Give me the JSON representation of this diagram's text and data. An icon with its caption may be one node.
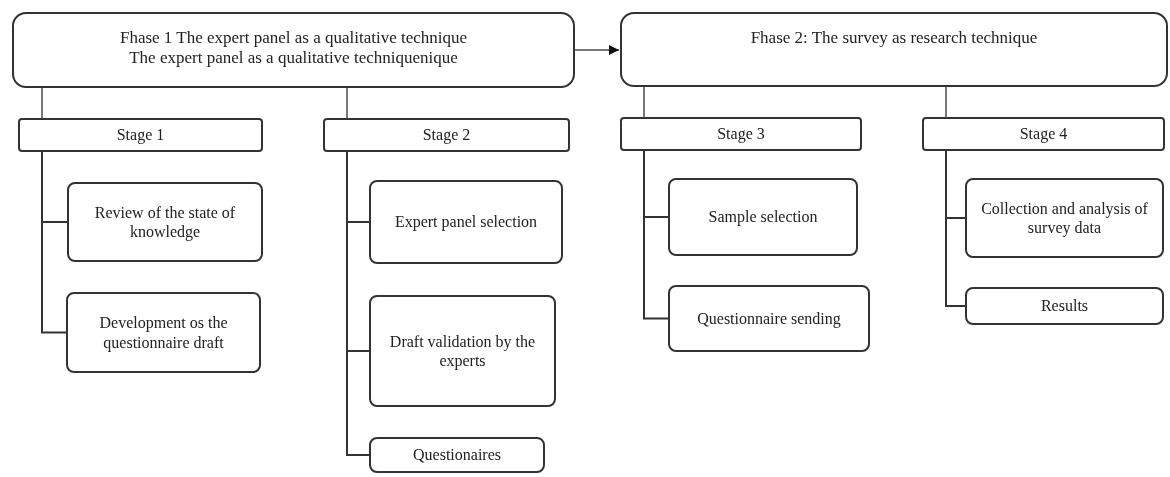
{
  "diagram": {
    "nodes": [
      {
        "text": [
          "Fhase 1 The expert panel as a qualitative technique",
          "The expert panel as a qualitative techniquenique"
        ]
      },
      {
        "text": [
          "Fhase 2: The survey as research technique"
        ]
      },
      {
        "text": [
          "Stage 1"
        ]
      },
      {
        "text": [
          "Stage 2"
        ]
      },
      {
        "text": [
          "Stage 3"
        ]
      },
      {
        "text": [
          "Stage 4"
        ]
      },
      {
        "text": [
          "Review of the state of knowledge"
        ]
      },
      {
        "text": [
          "Development os the questionnaire draft"
        ]
      },
      {
        "text": [
          "Expert panel selection"
        ]
      },
      {
        "text": [
          "Draft validation by the experts"
        ]
      },
      {
        "text": [
          "Questionaires"
        ]
      },
      {
        "text": [
          "Sample selection"
        ]
      },
      {
        "text": [
          "Questionnaire sending"
        ]
      },
      {
        "text": [
          "Collection and analysis of survey data"
        ]
      },
      {
        "text": [
          "Results"
        ]
      }
    ],
    "edges": [
      {
        "from": 0,
        "to": 1,
        "arrow": "to",
        "color": "#777777"
      },
      {
        "from": 0,
        "to": 2,
        "arrow": "none",
        "color": "#777777"
      },
      {
        "from": 0,
        "to": 3,
        "arrow": "none",
        "color": "#777777"
      },
      {
        "from": 1,
        "to": 4,
        "arrow": "none",
        "color": "#777777"
      },
      {
        "from": 1,
        "to": 5,
        "arrow": "none",
        "color": "#777777"
      },
      {
        "from": 2,
        "to": 6,
        "arrow": "none"
      },
      {
        "from": 2,
        "to": 7,
        "arrow": "none"
      },
      {
        "from": 3,
        "to": 8,
        "arrow": "none"
      },
      {
        "from": 3,
        "to": 9,
        "arrow": "none"
      },
      {
        "from": 3,
        "to": 10,
        "arrow": "none"
      },
      {
        "from": 4,
        "to": 11,
        "arrow": "none"
      },
      {
        "from": 4,
        "to": 12,
        "arrow": "none"
      },
      {
        "from": 5,
        "to": 13,
        "arrow": "none"
      },
      {
        "from": 5,
        "to": 14,
        "arrow": "none"
      }
    ]
  }
}
